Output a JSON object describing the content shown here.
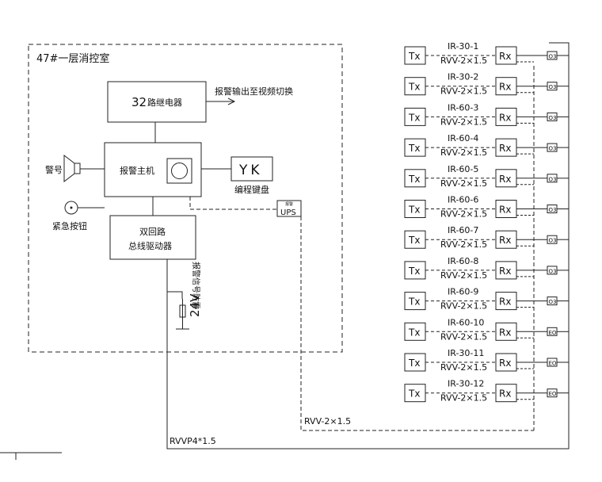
{
  "room_label": "47#一层消控室",
  "relay": {
    "count": "32",
    "text": "路继电器"
  },
  "alarm_output_label": "报警输出至视频切换",
  "host_label": "报警主机",
  "siren_label": "警号",
  "keyboard_glyph": "YK",
  "keyboard_label": "编程键盘",
  "emergency_button_label": "紧急按钮",
  "driver_line1": "双回路",
  "driver_line2": "总线驱动器",
  "ups_small_label": "报警",
  "ups_label": "UPS",
  "surge_label": "报警信号防雷",
  "voltage_label": "24V",
  "rvv_bus_label": "RVV-2×1.5",
  "rvvp_label": "RVVP4*1.5",
  "beams": [
    {
      "tx": "Tx",
      "rx": "Rx",
      "id": "IR-30-1",
      "cable": "RVV-2×1.5",
      "module": "O3"
    },
    {
      "tx": "Tx",
      "rx": "Rx",
      "id": "IR-30-2",
      "cable": "RVV-2×1.5",
      "module": "O3"
    },
    {
      "tx": "Tx",
      "rx": "Rx",
      "id": "IR-60-3",
      "cable": "RVV-2×1.5",
      "module": "O3"
    },
    {
      "tx": "Tx",
      "rx": "Rx",
      "id": "IR-60-4",
      "cable": "RVV-2×1.5",
      "module": "O3"
    },
    {
      "tx": "Tx",
      "rx": "Rx",
      "id": "IR-60-5",
      "cable": "RVV-2×1.5",
      "module": "O3"
    },
    {
      "tx": "Tx",
      "rx": "Rx",
      "id": "IR-60-6",
      "cable": "RVV-2×1.5",
      "module": "O3"
    },
    {
      "tx": "Tx",
      "rx": "Rx",
      "id": "IR-60-7",
      "cable": "RVV-2×1.5",
      "module": "O3"
    },
    {
      "tx": "Tx",
      "rx": "Rx",
      "id": "IR-60-8",
      "cable": "RVV-2×1.5",
      "module": "O3"
    },
    {
      "tx": "Tx",
      "rx": "Rx",
      "id": "IR-60-9",
      "cable": "RVV-2×1.5",
      "module": "O3"
    },
    {
      "tx": "Tx",
      "rx": "Rx",
      "id": "IR-60-10",
      "cable": "RVV-2×1.5",
      "module": "EO"
    },
    {
      "tx": "Tx",
      "rx": "Rx",
      "id": "IR-30-11",
      "cable": "RVV-2×1.5",
      "module": "EO"
    },
    {
      "tx": "Tx",
      "rx": "Rx",
      "id": "IR-30-12",
      "cable": "RVV-2×1.5",
      "module": "EO"
    }
  ],
  "colors": {
    "line": "#222222",
    "background": "#ffffff"
  }
}
